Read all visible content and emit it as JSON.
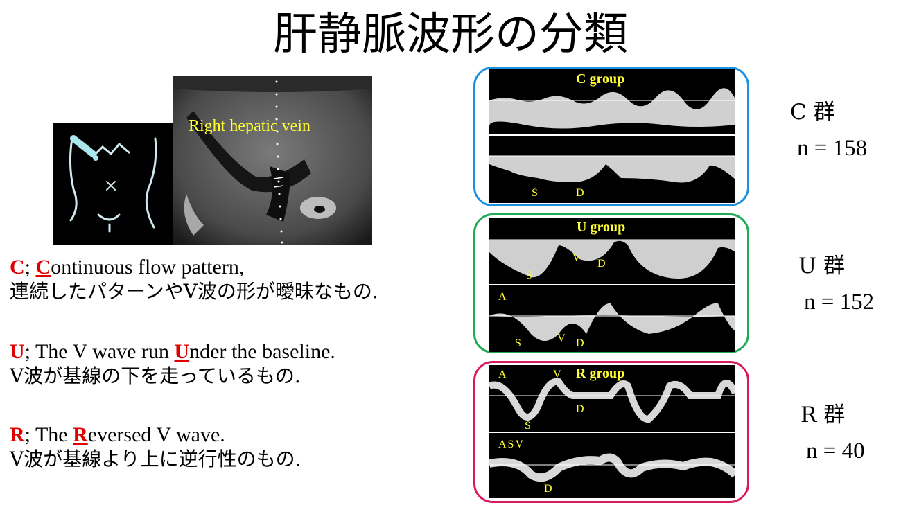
{
  "title": "肝静脈波形の分類",
  "ultrasound": {
    "vessel_label": "Right hepatic vein"
  },
  "descriptions": [
    {
      "letter": "C",
      "sep": ";  ",
      "key": "C",
      "rest": "ontinuous flow pattern,",
      "pre": "",
      "jp": "連続したパターンやV波の形が曖昧なもの."
    },
    {
      "letter": "U",
      "sep": ";  ",
      "pre": "The V wave run ",
      "key": "U",
      "rest": "nder the baseline.",
      "jp": "V波が基線の下を走っているもの."
    },
    {
      "letter": "R",
      "sep": ";  ",
      "pre": "The ",
      "key": "R",
      "rest": "eversed V wave.",
      "jp": "V波が基線より上に逆行性のもの."
    }
  ],
  "groups": [
    {
      "id": "C",
      "label": "C group",
      "count_label": "C 群",
      "count": "n = 158",
      "color": "#1e90e0",
      "top_labels": [],
      "bottom_labels": [
        "S",
        "D"
      ]
    },
    {
      "id": "U",
      "label": "U group",
      "count_label": "U 群",
      "count": "n = 152",
      "color": "#1faa55",
      "top_labels": [
        "S",
        "V",
        "D"
      ],
      "bottom_labels": [
        "A",
        "S",
        "V",
        "D"
      ]
    },
    {
      "id": "R",
      "label": "R group",
      "count_label": "R 群",
      "count": "n = 40",
      "color": "#d81b60",
      "top_labels": [
        "A",
        "V",
        "S",
        "D"
      ],
      "bottom_labels": [
        "ASV",
        "D"
      ]
    }
  ],
  "icons": {
    "probe": "ultrasound-probe-icon",
    "body": "torso-diagram-icon"
  }
}
